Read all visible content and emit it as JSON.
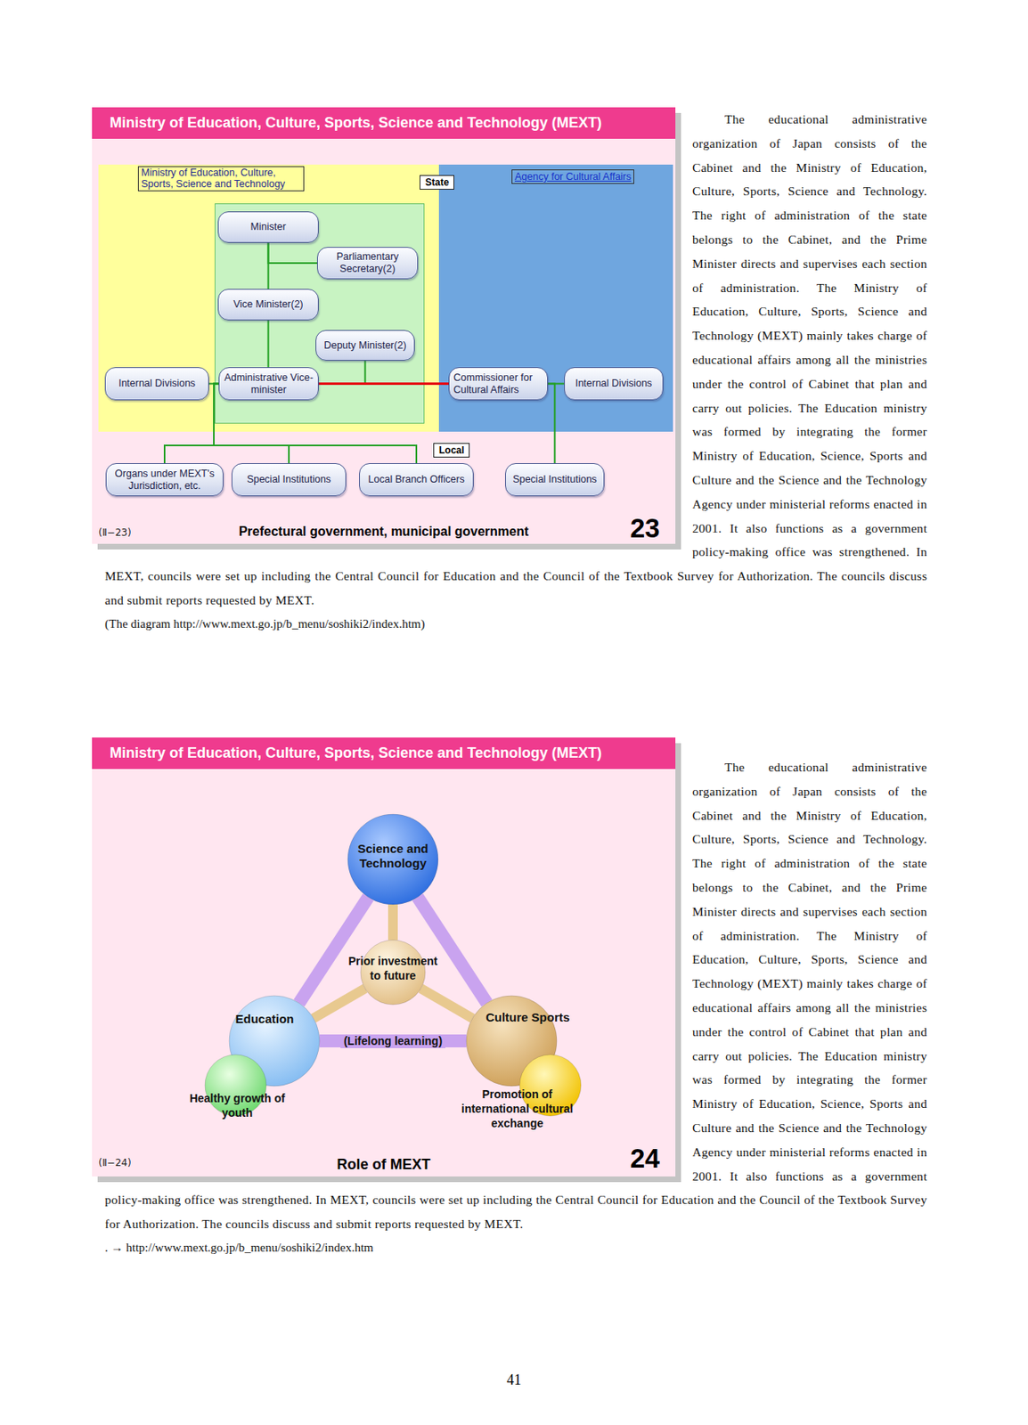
{
  "diagram": {
    "nodes": [
      {
        "text": [
          "Ministry of Education, Culture, Sports, Science and Technology (MEXT)"
        ]
      },
      {
        "text": [
          "Ministry of Education, Culture, Sports, Science and Technology"
        ],
        "in": 0
      },
      {
        "text": [
          "Minister"
        ],
        "in": 1
      },
      {
        "text": [
          "Parliamentary Secretary(2)"
        ],
        "in": 1
      },
      {
        "text": [
          "Vice Minister(2)"
        ],
        "in": 1
      },
      {
        "text": [
          "Deputy Minister(2)"
        ],
        "in": 1
      },
      {
        "text": [
          "Internal Divisions"
        ],
        "in": 1
      },
      {
        "text": [
          "Administrative Vice-minister"
        ],
        "in": 1
      },
      {
        "text": [
          "Agency for Cultural Affairs"
        ],
        "in": 0
      },
      {
        "text": [
          "Commissioner for Cultural Affairs"
        ],
        "in": 8
      },
      {
        "text": [
          "Internal Divisions"
        ],
        "in": 8
      },
      {
        "text": [
          "Organs under MEXT's Jurisdiction, etc."
        ],
        "in": 0
      },
      {
        "text": [
          "Special Institutions"
        ],
        "in": 0
      },
      {
        "text": [
          "Local Branch Officers"
        ],
        "in": 0
      },
      {
        "text": [
          "Special Institutions"
        ],
        "in": 0
      },
      {
        "text": [
          "Ministry of Education, Culture, Sports, Science and Technology (MEXT)"
        ]
      },
      {
        "text": [
          "Science and Technology"
        ],
        "in": 15
      },
      {
        "text": [
          "Prior investment to future"
        ],
        "in": 15
      },
      {
        "text": [
          "Education"
        ],
        "in": 15
      },
      {
        "text": [
          "Culture Sports"
        ],
        "in": 15
      },
      {
        "text": [
          "Healthy growth of youth"
        ],
        "in": 15
      },
      {
        "text": [
          "Promotion of international cultural exchange"
        ],
        "in": 15
      }
    ],
    "edges": [
      {
        "from": 2,
        "to": 4,
        "arrow": "none"
      },
      {
        "from": 2,
        "to": 3,
        "arrow": "none"
      },
      {
        "from": 4,
        "to": 7,
        "arrow": "none"
      },
      {
        "from": 5,
        "to": 7,
        "arrow": "none"
      },
      {
        "from": 6,
        "to": 7,
        "arrow": "none"
      },
      {
        "from": 7,
        "to": 9,
        "arrow": "none"
      },
      {
        "from": 9,
        "to": 10,
        "arrow": "none"
      },
      {
        "from": 9,
        "to": 14,
        "arrow": "none"
      },
      {
        "from": 7,
        "to": 11,
        "arrow": "none"
      },
      {
        "from": 7,
        "to": 12,
        "arrow": "none"
      },
      {
        "from": 7,
        "to": 13,
        "arrow": "none"
      },
      {
        "from": 16,
        "to": 18,
        "arrow": "none"
      },
      {
        "from": 16,
        "to": 19,
        "arrow": "none"
      },
      {
        "from": 18,
        "to": 19,
        "label": "(Lifelong learning)",
        "arrow": "none"
      },
      {
        "from": 17,
        "to": 16,
        "arrow": "none"
      },
      {
        "from": 17,
        "to": 18,
        "arrow": "none"
      },
      {
        "from": 17,
        "to": 19,
        "arrow": "none"
      }
    ],
    "labels": [
      "State",
      "Local",
      "(Ⅱ−23)",
      "Prefectural government, municipal government",
      "23",
      "The educational administrative organization of Japan consists of the Cabinet and the Ministry of Education, Culture, Sports, Science and Technology. The right of administration of the state belongs to the Cabinet, and the Prime Minister directs and supervises each section of administration. The Ministry of Education, Culture, Sports, Science and Technology (MEXT) mainly takes charge of educational affairs among all the ministries under the control of Cabinet that plan and carry out policies. The Education ministry was formed by integrating the former Ministry of Education, Science, Sports and Culture and the Science and the Technology Agency under ministerial reforms enacted in 2001. It also functions as a government policy-making office was strengthened. In MEXT, councils were set up including the Central Council for Education and the Council of the Textbook Survey for Authorization. The councils discuss and submit reports requested by MEXT.",
      "(The diagram http://www.mext.go.jp/b_menu/soshiki2/index.htm)",
      "(Ⅱ−24)",
      "Role of MEXT",
      "24",
      "The educational administrative organization of Japan consists of the Cabinet and the Ministry of Education, Culture, Sports, Science and Technology. The right of administration of the state belongs to the Cabinet, and the Prime Minister directs and supervises each section of administration. The Ministry of Education, Culture, Sports, Science and Technology (MEXT) mainly takes charge of educational affairs among all the ministries under the control of Cabinet that plan and carry out policies. The Education ministry was formed by integrating the former Ministry of Education, Science, Sports and Culture and the Science and the Technology Agency under ministerial reforms enacted in 2001. It also functions as a government policy-making office was strengthened. In MEXT, councils were set up including the Central Council for Education and the Council of the Textbook Survey for Authorization. The councils discuss and submit reports requested by MEXT.",
      ". → http://www.mext.go.jp/b_menu/soshiki2/index.htm",
      "41"
    ]
  }
}
